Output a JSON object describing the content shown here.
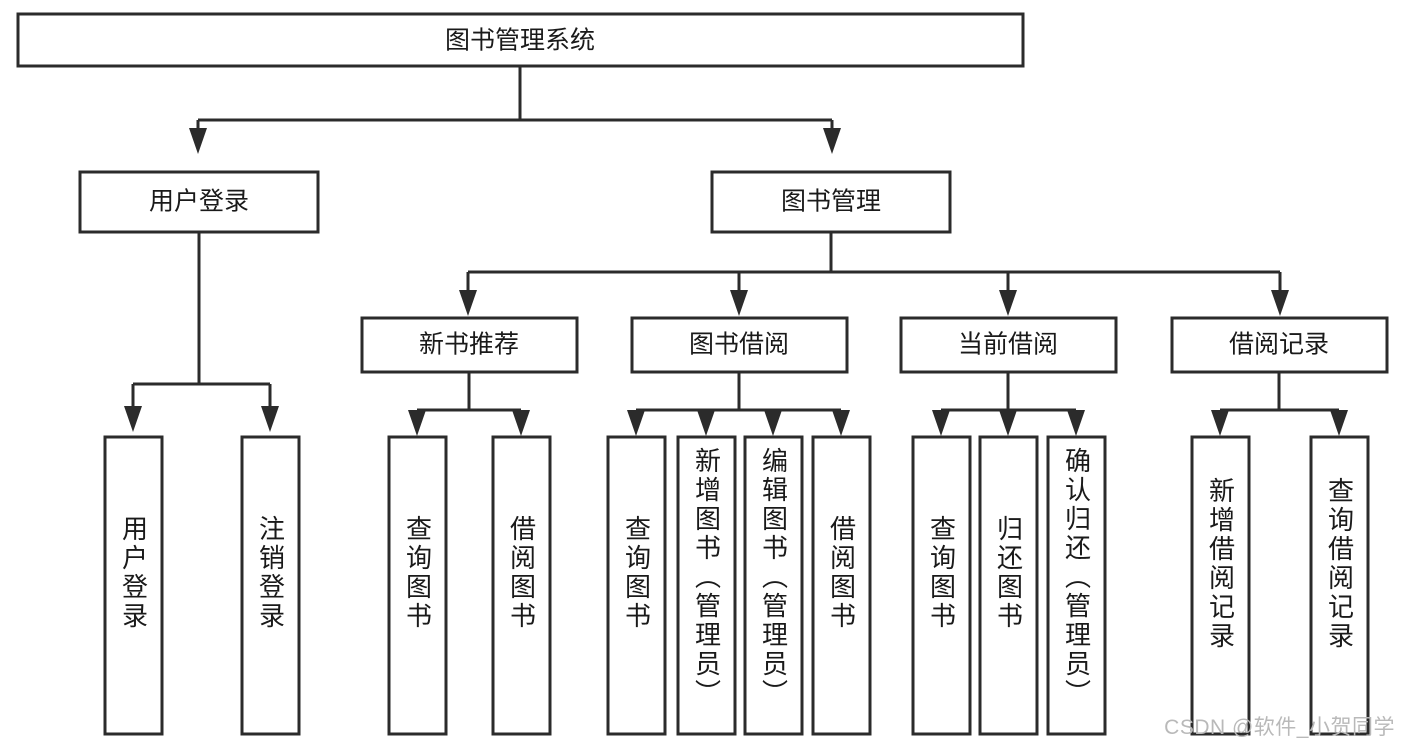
{
  "diagram": {
    "title": "图书管理系统",
    "type": "tree-hierarchy",
    "root": {
      "id": "root",
      "label": "图书管理系统",
      "orientation": "horizontal"
    },
    "level2": [
      {
        "id": "user-login",
        "label": "用户登录",
        "orientation": "horizontal"
      },
      {
        "id": "book-management",
        "label": "图书管理",
        "orientation": "horizontal"
      }
    ],
    "level3": [
      {
        "id": "new-book-recommend",
        "label": "新书推荐",
        "orientation": "horizontal",
        "parent": "book-management"
      },
      {
        "id": "book-borrow",
        "label": "图书借阅",
        "orientation": "horizontal",
        "parent": "book-management"
      },
      {
        "id": "current-borrow",
        "label": "当前借阅",
        "orientation": "horizontal",
        "parent": "book-management"
      },
      {
        "id": "borrow-record",
        "label": "借阅记录",
        "orientation": "horizontal",
        "parent": "book-management"
      }
    ],
    "leaves": [
      {
        "id": "leaf-user-login",
        "label": "用户登录",
        "orientation": "vertical",
        "parent": "user-login"
      },
      {
        "id": "leaf-logout-login",
        "label": "注销登录",
        "orientation": "vertical",
        "parent": "user-login"
      },
      {
        "id": "leaf-query-book-1",
        "label": "查询图书",
        "orientation": "vertical",
        "parent": "new-book-recommend"
      },
      {
        "id": "leaf-borrow-book-1",
        "label": "借阅图书",
        "orientation": "vertical",
        "parent": "new-book-recommend"
      },
      {
        "id": "leaf-query-book-2",
        "label": "查询图书",
        "orientation": "vertical",
        "parent": "book-borrow"
      },
      {
        "id": "leaf-add-book",
        "label": "新增图书（管理员）",
        "orientation": "vertical",
        "parent": "book-borrow"
      },
      {
        "id": "leaf-edit-book",
        "label": "编辑图书（管理员）",
        "orientation": "vertical",
        "parent": "book-borrow"
      },
      {
        "id": "leaf-borrow-book-2",
        "label": "借阅图书",
        "orientation": "vertical",
        "parent": "book-borrow"
      },
      {
        "id": "leaf-query-book-3",
        "label": "查询图书",
        "orientation": "vertical",
        "parent": "current-borrow"
      },
      {
        "id": "leaf-return-book",
        "label": "归还图书",
        "orientation": "vertical",
        "parent": "current-borrow"
      },
      {
        "id": "leaf-confirm-return",
        "label": "确认归还（管理员）",
        "orientation": "vertical",
        "parent": "current-borrow"
      },
      {
        "id": "leaf-add-record",
        "label": "新增借阅记录",
        "orientation": "vertical",
        "parent": "borrow-record"
      },
      {
        "id": "leaf-query-record",
        "label": "查询借阅记录",
        "orientation": "vertical",
        "parent": "borrow-record"
      }
    ],
    "colors": {
      "stroke": "#2b2b2b",
      "fill": "#ffffff",
      "text": "#1a1a1a",
      "watermark": "#b9b9b9",
      "background": "#ffffff"
    }
  },
  "watermark": {
    "text": "CSDN @软件_小贺同学"
  }
}
